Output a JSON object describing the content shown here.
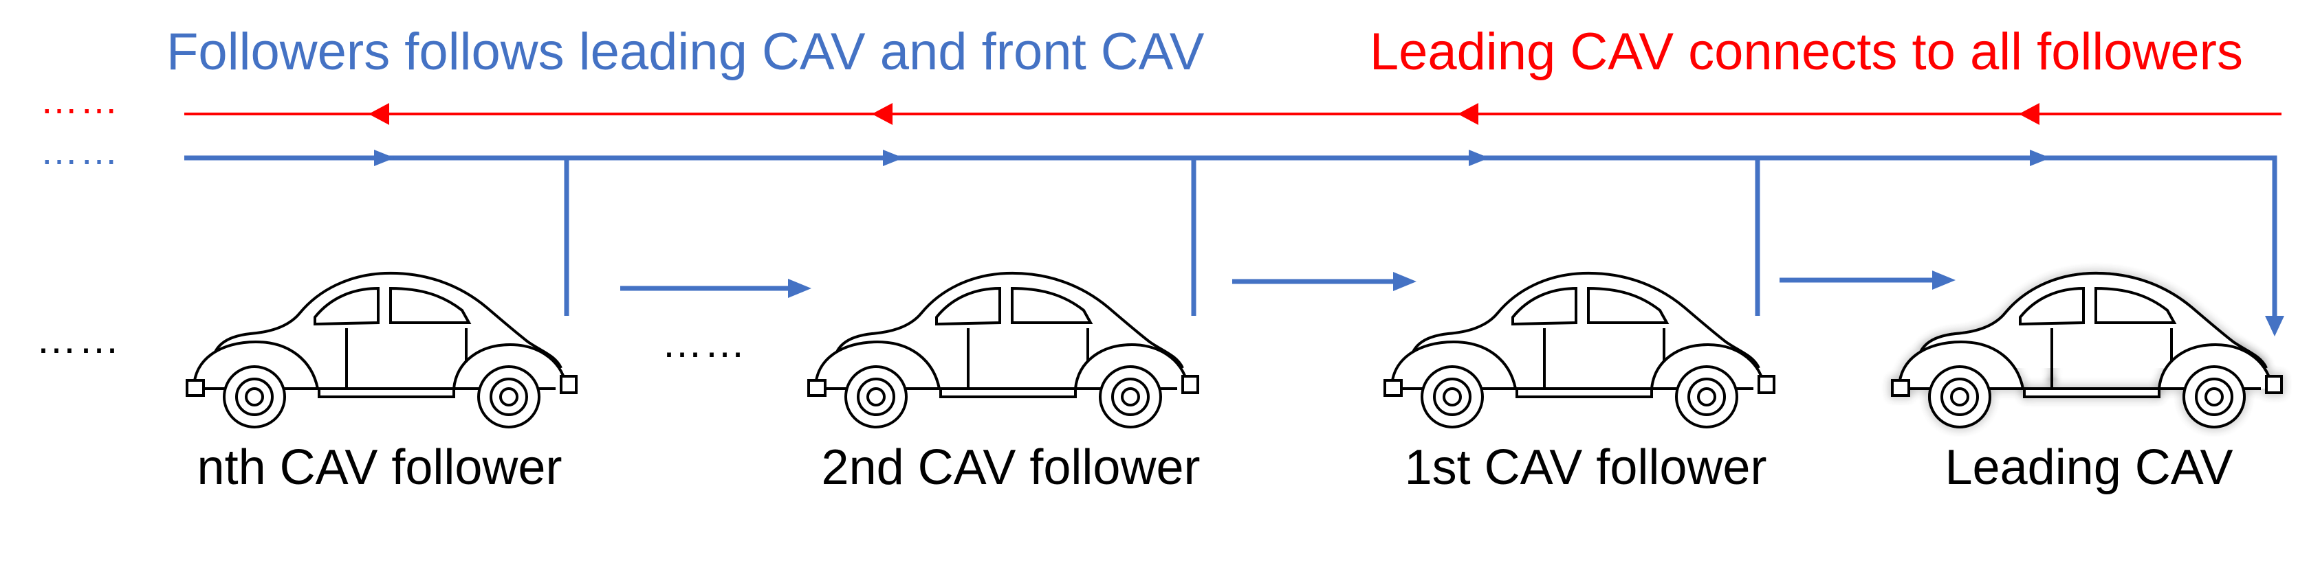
{
  "header": {
    "follower_rule": "Followers follows leading CAV and front CAV",
    "leader_rule": "Leading CAV connects to all followers"
  },
  "ellipsis": {
    "red_link": "……",
    "blue_link": "……",
    "left_platoon": "……",
    "middle_platoon": "……"
  },
  "cars": [
    {
      "label": "nth CAV follower",
      "icon": "car-icon",
      "highlighted": false
    },
    {
      "label": "2nd CAV follower",
      "icon": "car-icon",
      "highlighted": false
    },
    {
      "label": "1st CAV follower",
      "icon": "car-icon",
      "highlighted": false
    },
    {
      "label": "Leading CAV",
      "icon": "car-icon",
      "highlighted": true
    }
  ],
  "colors": {
    "follower_link": "#4472c4",
    "leader_link": "#ff0000",
    "leader_glow": "#e0a070",
    "car_outline": "#000000"
  }
}
